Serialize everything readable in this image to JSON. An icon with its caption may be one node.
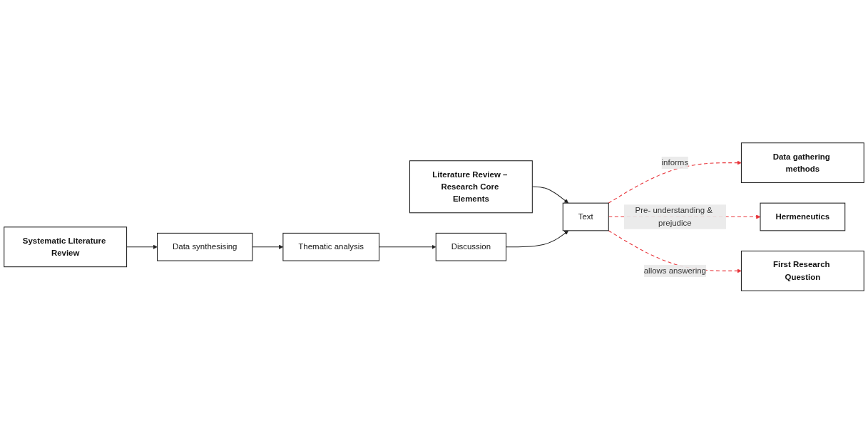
{
  "diagram": {
    "nodes": [
      {
        "text": [
          "Literature Review – Research Core Elements"
        ]
      },
      {
        "text": [
          "Systematic Literature Review"
        ]
      },
      {
        "text": [
          "Data synthesising"
        ]
      },
      {
        "text": [
          "Thematic analysis"
        ]
      },
      {
        "text": [
          "Discussion"
        ]
      },
      {
        "text": [
          "Text"
        ]
      },
      {
        "text": [
          "Data gathering methods"
        ]
      },
      {
        "text": [
          "Hermeneutics"
        ]
      },
      {
        "text": [
          "First Research Question"
        ]
      }
    ],
    "edges": [
      {
        "from": 0,
        "to": 5,
        "arrow": "to"
      },
      {
        "from": 1,
        "to": 2,
        "arrow": "to"
      },
      {
        "from": 2,
        "to": 3,
        "arrow": "to"
      },
      {
        "from": 3,
        "to": 4,
        "arrow": "to"
      },
      {
        "from": 4,
        "to": 5,
        "arrow": "to"
      },
      {
        "from": 5,
        "to": 6,
        "arrow": "to",
        "label": "informs",
        "style": "dashed",
        "color": "#e8343a"
      },
      {
        "from": 5,
        "to": 7,
        "arrow": "to",
        "label": "Pre- understanding & prejudice",
        "style": "dashed",
        "color": "#e8343a"
      },
      {
        "from": 5,
        "to": 8,
        "arrow": "to",
        "label": "allows answering",
        "style": "dashed",
        "color": "#e8343a"
      }
    ]
  }
}
